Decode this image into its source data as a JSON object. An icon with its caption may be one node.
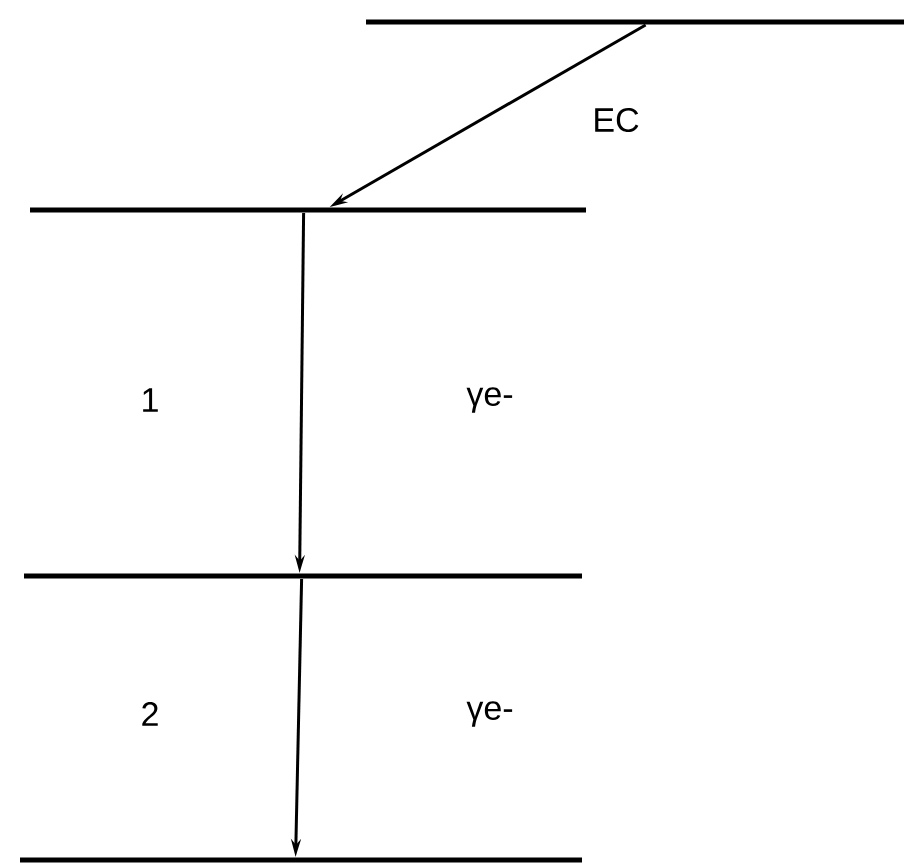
{
  "diagram": {
    "nodes": [
      {
        "text": [],
        "shape": "bar"
      },
      {
        "text": [],
        "shape": "bar"
      },
      {
        "text": [],
        "shape": "bar"
      },
      {
        "text": [],
        "shape": "bar"
      }
    ],
    "edges": [
      {
        "from": 0,
        "to": 1,
        "arrow": "to",
        "label": "EC"
      },
      {
        "from": 1,
        "to": 2,
        "arrow": "to"
      },
      {
        "from": 2,
        "to": 3,
        "arrow": "to"
      }
    ],
    "labels": [
      "1",
      "γe-",
      "2",
      "γe-"
    ]
  }
}
